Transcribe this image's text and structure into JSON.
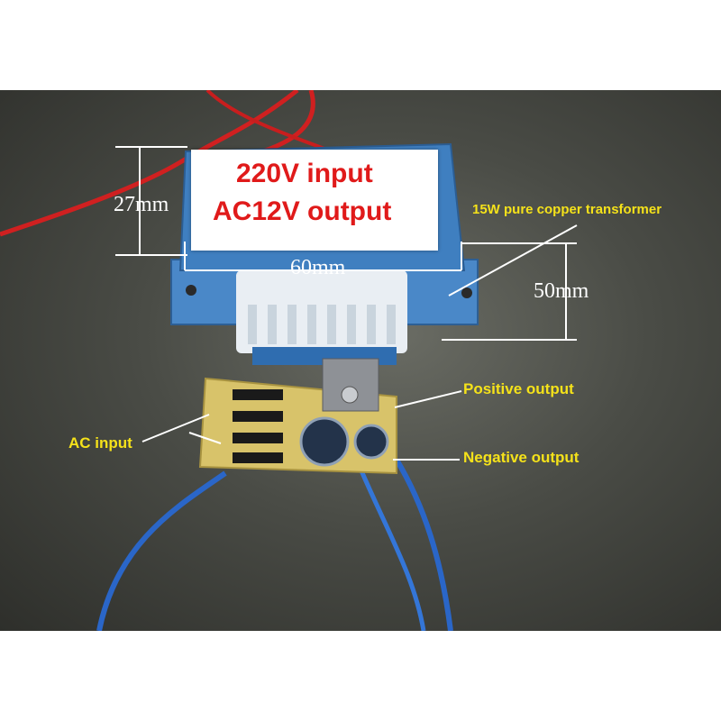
{
  "labels": {
    "input_voltage": "220V input",
    "output_voltage": "AC12V output",
    "height_dim": "27mm",
    "width_dim": "60mm",
    "depth_dim": "50mm",
    "transformer": "15W pure copper transformer",
    "positive_output": "Positive output",
    "negative_output": "Negative output",
    "ac_input": "AC input"
  },
  "colors": {
    "background": "#4a4c46",
    "transformer_bracket": "#3f7fc0",
    "pcb": "#d8c36a",
    "wire_red": "#d02020",
    "wire_blue": "#2a66c8",
    "label_text": "#e01a1a",
    "callout_text": "#f5e21a"
  }
}
